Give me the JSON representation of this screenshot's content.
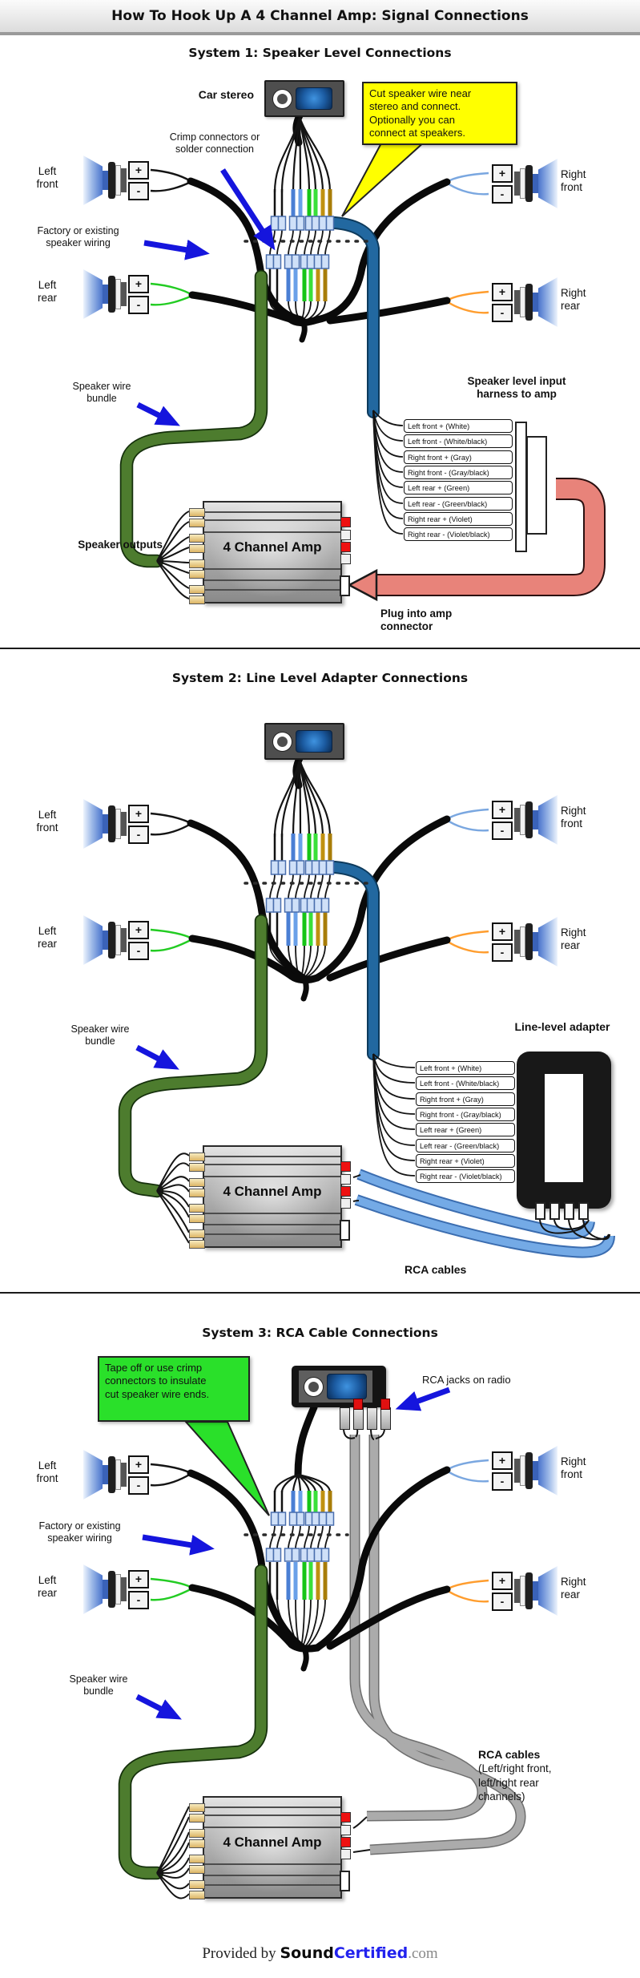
{
  "header": {
    "title": "How To Hook Up A 4 Channel Amp: Signal Connections"
  },
  "sym": {
    "plus": "+",
    "minus": "-"
  },
  "speakers": {
    "left_front": [
      "Left",
      "front"
    ],
    "right_front": [
      "Right",
      "front"
    ],
    "left_rear": [
      "Left",
      "rear"
    ],
    "right_rear": [
      "Right",
      "rear"
    ]
  },
  "wire_labels": [
    "Left front + (White)",
    "Left front - (White/black)",
    "Right front + (Gray)",
    "Right front - (Gray/black)",
    "Left rear + (Green)",
    "Left rear - (Green/black)",
    "Right rear + (Violet)",
    "Right rear - (Violet/black)"
  ],
  "amp_label": "4 Channel Amp",
  "bundle_label": [
    "Speaker wire",
    "bundle"
  ],
  "factory_label": [
    "Factory or existing",
    "speaker wiring"
  ],
  "s1": {
    "title": "System 1: Speaker Level Connections",
    "car_stereo": "Car stereo",
    "callout": [
      "Cut speaker wire near",
      "stereo and connect.",
      "Optionally you can",
      "connect at speakers."
    ],
    "crimp": [
      "Crimp connectors or",
      "solder connection"
    ],
    "harness_title": [
      "Speaker level input",
      "harness to amp"
    ],
    "speaker_outputs": "Speaker outputs",
    "plug": [
      "Plug into amp",
      "connector"
    ]
  },
  "s2": {
    "title": "System 2: Line Level Adapter Connections",
    "adapter_title": "Line-level adapter",
    "rca": "RCA cables"
  },
  "s3": {
    "title": "System 3: RCA Cable Connections",
    "callout": [
      "Tape off or use crimp",
      "connectors to insulate",
      "cut speaker wire ends."
    ],
    "rca_jacks": "RCA jacks on radio",
    "rca_title": "RCA cables",
    "rca_sub": [
      "(Left/right front,",
      "left/right rear",
      "channels)"
    ]
  },
  "footer": {
    "provided": "Provided by ",
    "brand_a": "Sound",
    "brand_b": "Certified",
    "domain": ".com"
  },
  "colors": {
    "callout_yellow": "#ffff00",
    "callout_green": "#2ae02a",
    "annotation_arrow_blue": "#1515dd",
    "plug_arrow_red": "#e8837a",
    "speaker_bundle_green": "#4d7c2e",
    "speaker_level_cable_blue": "#2268a0",
    "rca_cable_blue": "#74aae6",
    "rca_cable_gray": "#ababab",
    "wire_blue": "#4a7fd4",
    "wire_green": "#16c516",
    "wire_gold": "#c09010",
    "wire_orange": "#ff9d2e",
    "brand_blue": "#2222ee"
  }
}
